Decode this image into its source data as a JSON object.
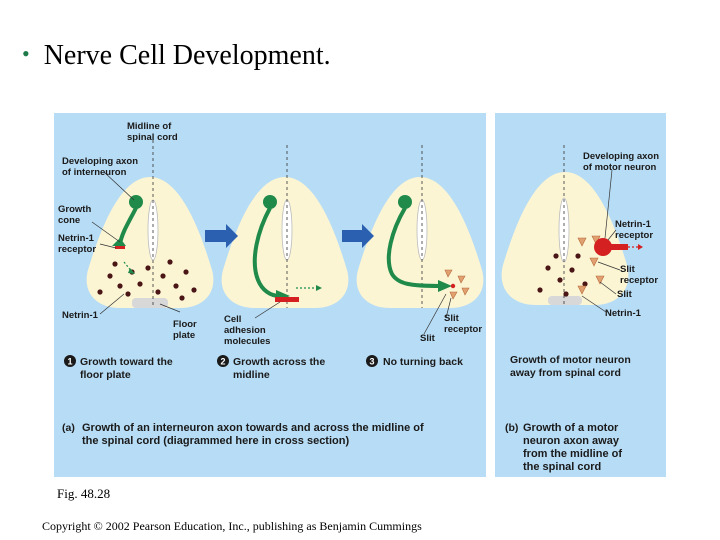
{
  "slide": {
    "bullet": "•",
    "title": "Nerve Cell Development.",
    "fig_caption": "Fig. 48.28",
    "copyright": "Copyright © 2002 Pearson Education, Inc., publishing as Benjamin Cummings"
  },
  "diagram": {
    "labels": {
      "midline_1": "Midline of",
      "midline_2": "spinal cord",
      "dev_axon_inter_1": "Developing axon",
      "dev_axon_inter_2": "of interneuron",
      "growth_cone_1": "Growth",
      "growth_cone_2": "cone",
      "netrin_receptor_1": "Netrin-1",
      "netrin_receptor_2": "receptor",
      "netrin_left": "Netrin-1",
      "floor_plate_1": "Floor",
      "floor_plate_2": "plate",
      "cam_1": "Cell",
      "cam_2": "adhesion",
      "cam_3": "molecules",
      "slit_receptor_1": "Slit",
      "slit_receptor_2": "receptor",
      "slit_a": "Slit",
      "dev_axon_motor_1": "Developing axon",
      "dev_axon_motor_2": "of motor neuron",
      "netrin_receptor_b_1": "Netrin-1",
      "netrin_receptor_b_2": "receptor",
      "slit_receptor_b_1": "Slit",
      "slit_receptor_b_2": "receptor",
      "slit_b": "Slit",
      "netrin_b": "Netrin-1"
    },
    "steps": [
      {
        "num": "1",
        "line1": "Growth toward the",
        "line2": "floor plate"
      },
      {
        "num": "2",
        "line1": "Growth across the",
        "line2": "midline"
      },
      {
        "num": "3",
        "line1": "No turning back",
        "line2": ""
      }
    ],
    "motor_step": {
      "line1": "Growth of motor neuron",
      "line2": "away from spinal cord"
    },
    "caption_a": {
      "tag": "(a)",
      "line1": "Growth of an interneuron axon towards and across the midline of",
      "line2": "the spinal cord (diagrammed here in cross section)"
    },
    "caption_b": {
      "tag": "(b)",
      "line1": "Growth of a motor",
      "line2": "neuron axon away",
      "line3": "from the midline of",
      "line4": "the spinal cord"
    },
    "colors": {
      "panel_bg": "#b7dcf5",
      "cord_fill": "#fbf5d4",
      "axon_green": "#1f8a4a",
      "arrow_blue": "#2b5fb0",
      "receptor_red": "#d42020",
      "netrin_dots": "#4a1515",
      "slit_triangles": "#e0a070",
      "floor_plate": "#d8d8d8"
    }
  }
}
